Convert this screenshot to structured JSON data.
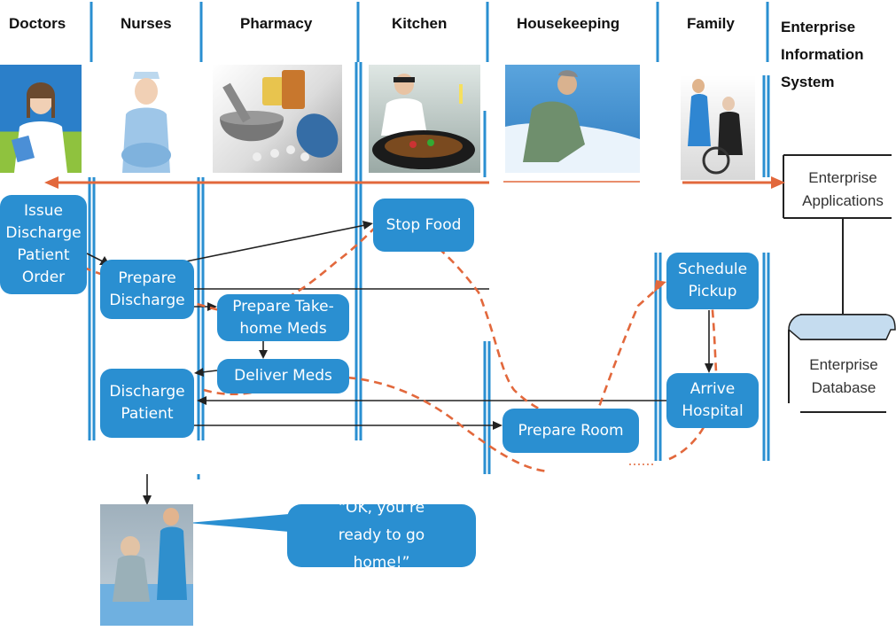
{
  "lanes": {
    "doctors": "Doctors",
    "nurses": "Nurses",
    "pharmacy": "Pharmacy",
    "kitchen": "Kitchen",
    "housekeeping": "Housekeeping",
    "family": "Family",
    "eis": "Enterprise Information System"
  },
  "steps": {
    "issue_order": "Issue Discharge Patient Order",
    "prepare_discharge": "Prepare Discharge",
    "prepare_meds": "Prepare Take-home Meds",
    "deliver_meds": "Deliver Meds",
    "discharge_patient": "Discharge Patient",
    "stop_food": "Stop Food",
    "prepare_room": "Prepare Room",
    "schedule_pickup": "Schedule Pickup",
    "arrive_hospital": "Arrive Hospital"
  },
  "speech": "“OK, you’re ready to go home!”",
  "eis": {
    "applications": "Enterprise Applications",
    "database": "Enterprise Database"
  },
  "colors": {
    "lane_blue": "#2a8fd1",
    "flow_orange": "#e2683c",
    "arrow_dark": "#222222"
  }
}
